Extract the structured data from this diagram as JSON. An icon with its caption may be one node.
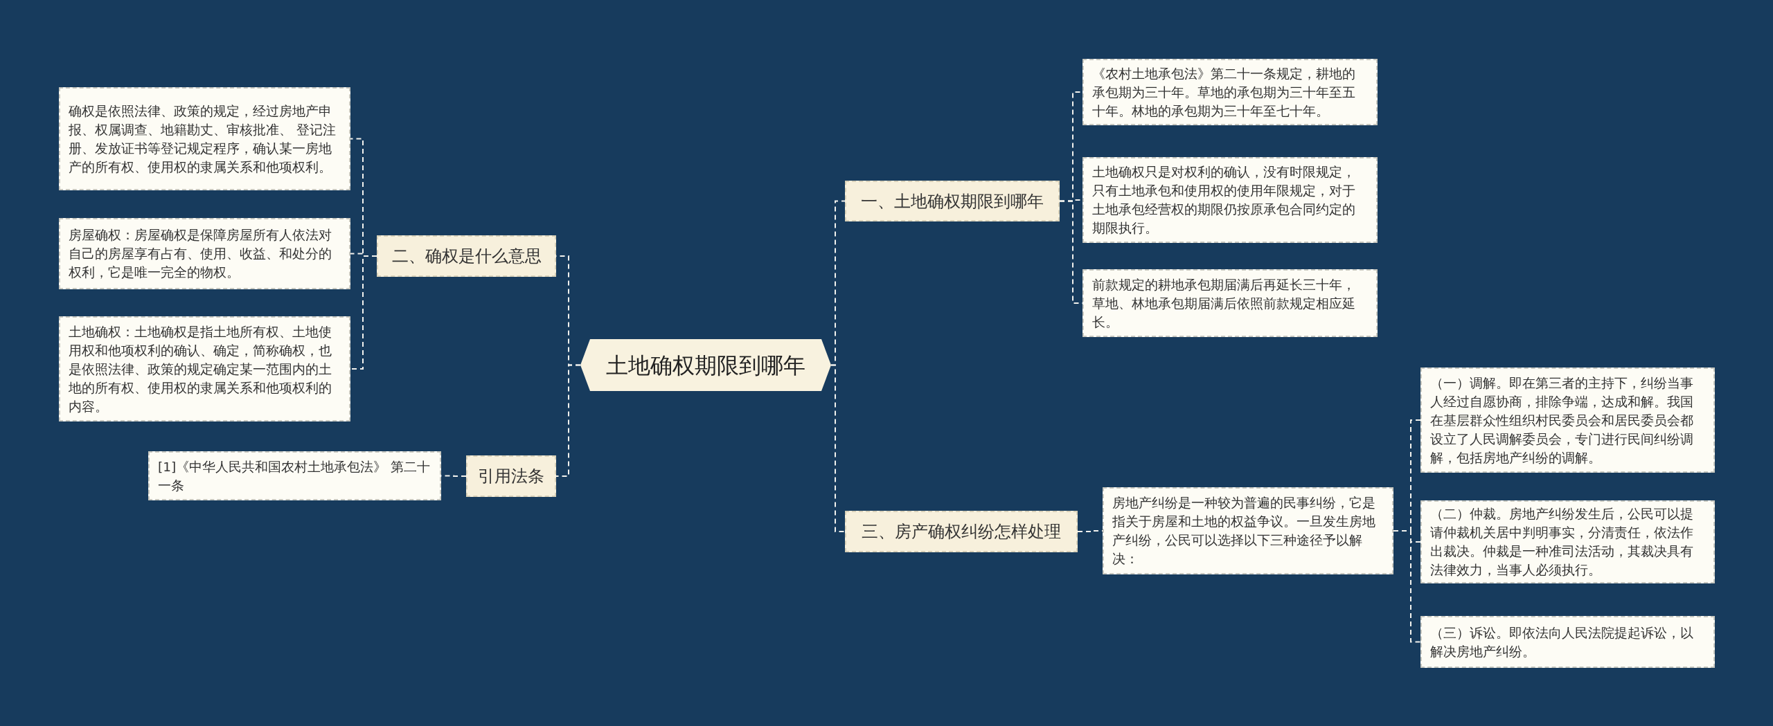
{
  "diagram": {
    "nodes": [
      {
        "text": [
          "土地确权期限到哪年"
        ]
      },
      {
        "text": [
          "二、确权是什么意思"
        ]
      },
      {
        "text": [
          "确权是依照法律、政策的规定，经过房地产申报、权属调查、地籍勘丈、审核批准、 登记注册、发放证书等登记规定程序，确认某一房地产的所有权、使用权的隶属关系和他项权利。"
        ]
      },
      {
        "text": [
          "房屋确权：房屋确权是保障房屋所有人依法对自己的房屋享有占有、使用、收益、和处分的权利，它是唯一完全的物权。"
        ]
      },
      {
        "text": [
          "土地确权：土地确权是指土地所有权、土地使用权和他项权利的确认、确定，简称确权，也是依照法律、政策的规定确定某一范围内的土地的所有权、使用权的隶属关系和他项权利的内容。"
        ]
      },
      {
        "text": [
          "引用法条"
        ]
      },
      {
        "text": [
          "[1]《中华人民共和国农村土地承包法》 第二十一条"
        ]
      },
      {
        "text": [
          "一、土地确权期限到哪年"
        ]
      },
      {
        "text": [
          "《农村土地承包法》第二十一条规定，耕地的承包期为三十年。草地的承包期为三十年至五十年。林地的承包期为三十年至七十年。"
        ]
      },
      {
        "text": [
          "土地确权只是对权利的确认，没有时限规定，只有土地承包和使用权的使用年限规定，对于土地承包经营权的期限仍按原承包合同约定的期限执行。"
        ]
      },
      {
        "text": [
          "前款规定的耕地承包期届满后再延长三十年，草地、林地承包期届满后依照前款规定相应延长。"
        ]
      },
      {
        "text": [
          "三、房产确权纠纷怎样处理"
        ]
      },
      {
        "text": [
          "房地产纠纷是一种较为普遍的民事纠纷，它是指关于房屋和土地的权益争议。一旦发生房地产纠纷，公民可以选择以下三种途径予以解决："
        ]
      },
      {
        "text": [
          "（一）调解。即在第三者的主持下，纠纷当事人经过自愿协商，排除争端，达成和解。我国在基层群众性组织村民委员会和居民委员会都设立了人民调解委员会，专门进行民间纠纷调解，包括房地产纠纷的调解。"
        ]
      },
      {
        "text": [
          "（二）仲裁。房地产纠纷发生后，公民可以提请仲裁机关居中判明事实，分清责任，依法作出裁决。仲裁是一种准司法活动，其裁决具有法律效力，当事人必须执行。"
        ]
      },
      {
        "text": [
          "（三）诉讼。即依法向人民法院提起诉讼，以解决房地产纠纷。"
        ]
      }
    ],
    "edges": [
      {
        "from": 0,
        "to": 1,
        "arrow": "none"
      },
      {
        "from": 1,
        "to": 2,
        "arrow": "none"
      },
      {
        "from": 1,
        "to": 3,
        "arrow": "none"
      },
      {
        "from": 1,
        "to": 4,
        "arrow": "none"
      },
      {
        "from": 0,
        "to": 5,
        "arrow": "none"
      },
      {
        "from": 5,
        "to": 6,
        "arrow": "none"
      },
      {
        "from": 0,
        "to": 7,
        "arrow": "none"
      },
      {
        "from": 7,
        "to": 8,
        "arrow": "none"
      },
      {
        "from": 7,
        "to": 9,
        "arrow": "none"
      },
      {
        "from": 7,
        "to": 10,
        "arrow": "none"
      },
      {
        "from": 0,
        "to": 11,
        "arrow": "none"
      },
      {
        "from": 11,
        "to": 12,
        "arrow": "none"
      },
      {
        "from": 12,
        "to": 13,
        "arrow": "none"
      },
      {
        "from": 12,
        "to": 14,
        "arrow": "none"
      },
      {
        "from": 12,
        "to": 15,
        "arrow": "none"
      }
    ]
  }
}
